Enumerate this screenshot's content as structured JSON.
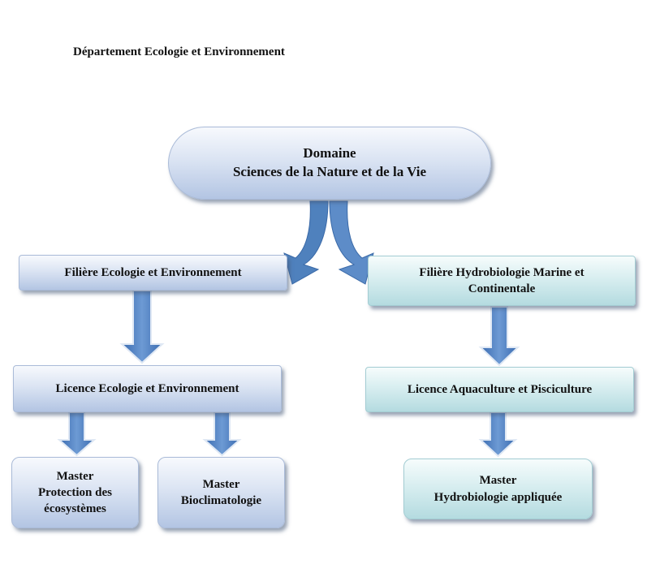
{
  "header": {
    "title": "Département Ecologie et Environnement"
  },
  "domain": {
    "line1": "Domaine",
    "line2": "Sciences de la Nature et de la Vie"
  },
  "left": {
    "filiere": "Filière Ecologie et Environnement",
    "licence": "Licence Ecologie et Environnement",
    "master1": {
      "line1": "Master",
      "line2": "Protection des",
      "line3": "écosystèmes"
    },
    "master2": {
      "line1": "Master",
      "line2": "Bioclimatologie"
    }
  },
  "right": {
    "filiere": {
      "line1": "Filière Hydrobiologie Marine et",
      "line2": "Continentale"
    },
    "licence": "Licence  Aquaculture et Pisciculture",
    "master": {
      "line1": "Master",
      "line2": "Hydrobiologie appliquée"
    }
  },
  "colors": {
    "arrow": "#4f81bd",
    "box_blue": "#c6d5ec",
    "box_cyan": "#c4e4e8"
  }
}
